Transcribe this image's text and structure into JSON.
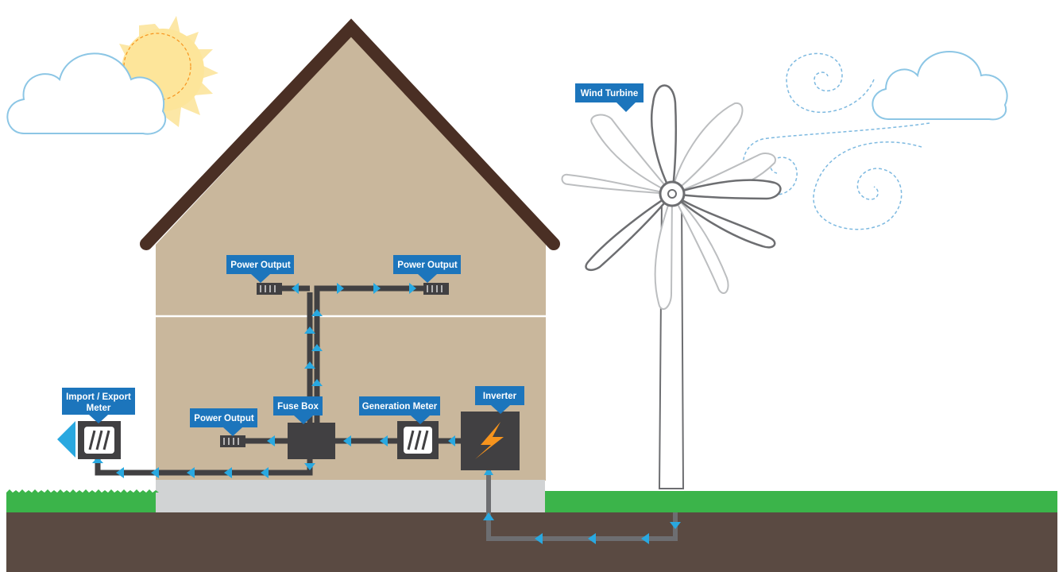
{
  "labels": {
    "wind_turbine": "Wind Turbine",
    "power_output_left": "Power Output",
    "power_output_right": "Power Output",
    "power_output_lower": "Power Output",
    "fuse_box": "Fuse Box",
    "generation_meter": "Generation Meter",
    "inverter": "Inverter",
    "import_export_line1": "Import / Export",
    "import_export_line2": "Meter"
  },
  "colors": {
    "sky": "#ffffff",
    "house_wall": "#c9b79c",
    "roof": "#4a2f24",
    "foundation": "#d1d3d4",
    "grass": "#3bb44a",
    "soil": "#5a4a42",
    "cable": "#414042",
    "underground_cable": "#6d6e71",
    "flow_arrow": "#29a8e0",
    "label_box": "#1c75bc",
    "label_text": "#ffffff",
    "sun": "#fde59a",
    "sun_ray": "#f9e6a1",
    "sun_dash": "#f7941d",
    "cloud_outline": "#8cc6e5",
    "wind_swirl": "#7db9e0",
    "turbine_front": "#6d6e71",
    "turbine_ghost": "#bcbec0",
    "bolt": "#f7941d"
  },
  "icons": [
    "sun-icon",
    "cloud-icon",
    "wind-swirl-icon",
    "lightning-bolt-icon",
    "meter-icon",
    "socket-icon"
  ]
}
